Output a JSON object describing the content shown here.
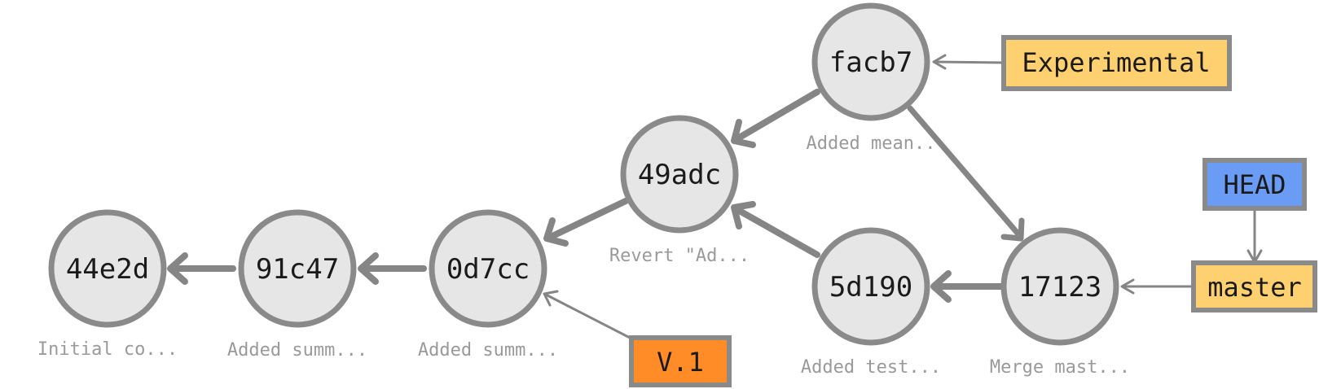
{
  "commits": [
    {
      "id": "44e2d",
      "message": "Initial co..."
    },
    {
      "id": "91c47",
      "message": "Added summ..."
    },
    {
      "id": "0d7cc",
      "message": "Added summ..."
    },
    {
      "id": "49adc",
      "message": "Revert \"Ad..."
    },
    {
      "id": "facb7",
      "message": "Added mean.."
    },
    {
      "id": "5d190",
      "message": "Added test..."
    },
    {
      "id": "17123",
      "message": "Merge mast..."
    }
  ],
  "refs": [
    {
      "name": "Experimental",
      "color": "#ffd070"
    },
    {
      "name": "HEAD",
      "color": "#6a9cf5"
    },
    {
      "name": "master",
      "color": "#ffd070"
    },
    {
      "name": "V.1",
      "color": "#ff8c26"
    }
  ],
  "colors": {
    "node_fill": "#e6e6e6",
    "stroke": "#8a8a8a"
  }
}
